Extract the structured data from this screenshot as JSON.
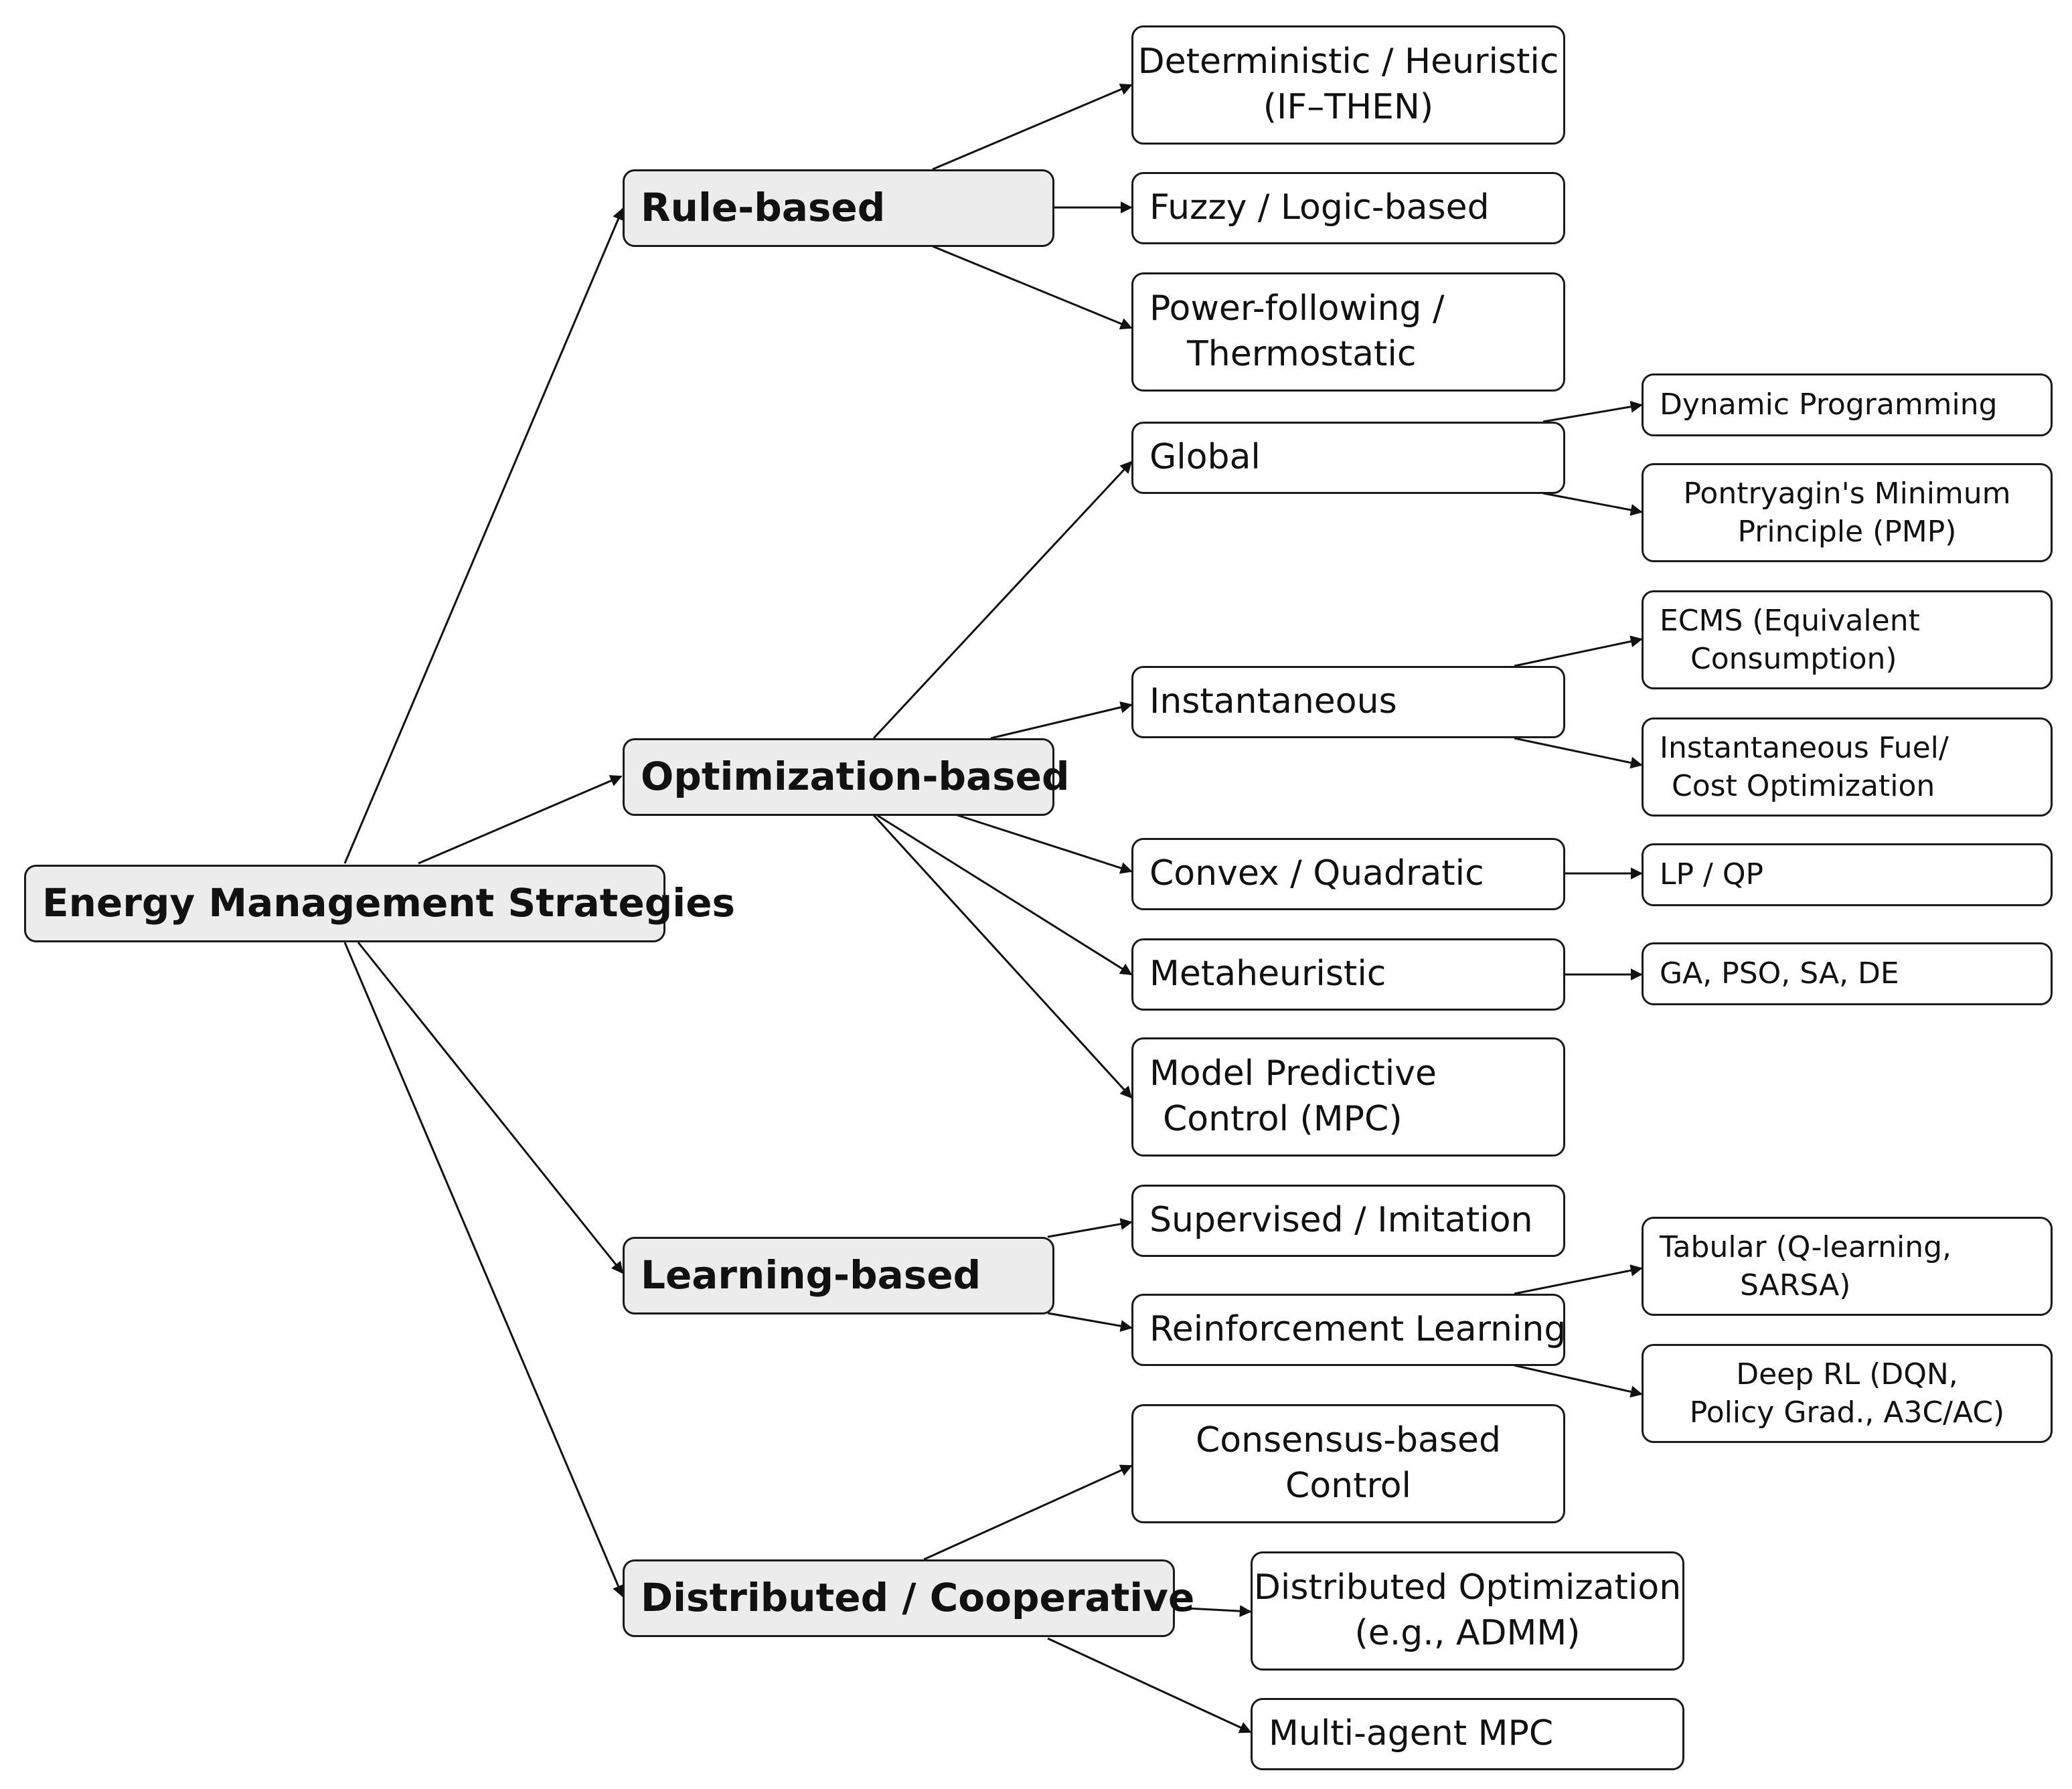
{
  "root": "Energy Management Strategies",
  "categories": {
    "rule": "Rule-based",
    "opt": "Optimization-based",
    "learn": "Learning-based",
    "dist": "Distributed / Cooperative"
  },
  "rule_children": {
    "deterministic": [
      "Deterministic / Heuristic",
      "(IF–THEN)"
    ],
    "fuzzy": "Fuzzy / Logic-based",
    "power": [
      "Power-following /",
      "Thermostatic"
    ]
  },
  "opt_children": {
    "global": "Global",
    "instantaneous": "Instantaneous",
    "convex": "Convex / Quadratic",
    "metaheuristic": "Metaheuristic",
    "mpc": [
      "Model Predictive",
      "Control (MPC)"
    ]
  },
  "learn_children": {
    "supervised": "Supervised / Imitation",
    "rl": "Reinforcement Learning"
  },
  "dist_children": {
    "consensus": [
      "Consensus-based",
      "Control"
    ],
    "distopt": [
      "Distributed Optimization",
      "(e.g., ADMM)"
    ],
    "multiagent": "Multi-agent MPC"
  },
  "leaves": {
    "dp": "Dynamic Programming",
    "pmp": [
      "Pontryagin's Minimum",
      "Principle (PMP)"
    ],
    "ecms": [
      "ECMS (Equivalent",
      "Consumption)"
    ],
    "instfuel": [
      "Instantaneous Fuel/",
      "Cost Optimization"
    ],
    "lpqp": "LP / QP",
    "ga": "GA, PSO, SA, DE",
    "tabular": [
      "Tabular (Q-learning,",
      "SARSA)"
    ],
    "deeprl": [
      "Deep RL (DQN,",
      "Policy Grad., A3C/AC)"
    ]
  }
}
